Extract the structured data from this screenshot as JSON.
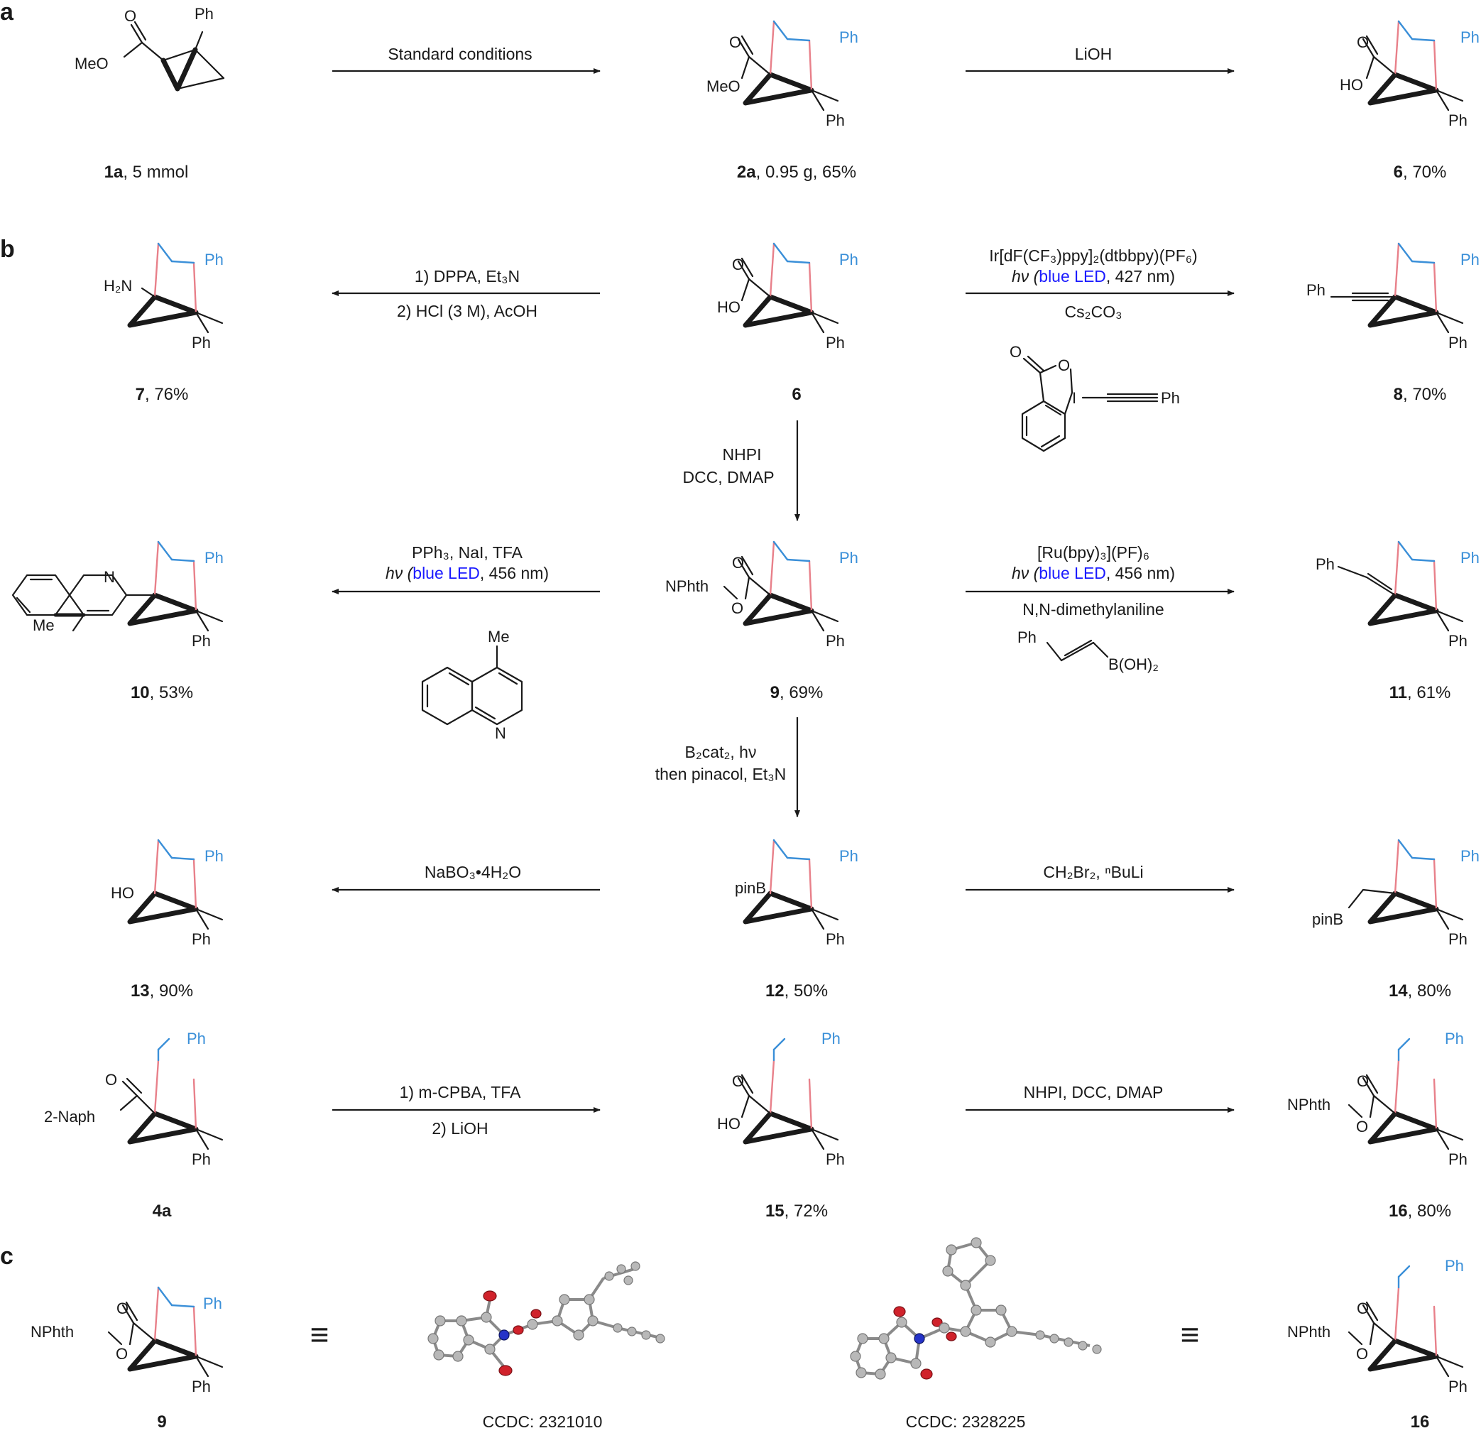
{
  "panels": {
    "a": "a",
    "b": "b",
    "c": "c"
  },
  "atoms": {
    "Ph": "Ph",
    "MeO": "MeO",
    "O": "O",
    "HO": "HO",
    "H2N": "H₂N",
    "NPhth": "NPhth",
    "pinB": "pinB",
    "N": "N",
    "Me": "Me",
    "I": "I",
    "TwoNaph": "2-Naph",
    "BOH2": "B(OH)₂"
  },
  "conditions": {
    "a1": "Standard conditions",
    "a2": "LiOH",
    "to7_1": "1) DPPA, Et₃N",
    "to7_2": "2) HCl (3 M), AcOH",
    "to8_1": "Ir[dF(CF₃)ppy]₂(dtbbpy)(PF₆)",
    "to8_2_pre": "hν (",
    "to8_2_blue": "blue LED",
    "to8_2_post": ", 427 nm)",
    "to8_3": "Cs₂CO₃",
    "to9_1": "NHPI",
    "to9_2": "DCC, DMAP",
    "to10_1": "PPh₃, NaI, TFA",
    "to10_2_pre": "hν (",
    "to10_2_blue": "blue LED",
    "to10_2_post": ", 456 nm)",
    "to11_1": "[Ru(bpy)₃](PF)₆",
    "to11_2_pre": "hν (",
    "to11_2_blue": "blue LED",
    "to11_2_post": ", 456 nm)",
    "to11_3": "N,N-dimethylaniline",
    "to12_1": "B₂cat₂, hν",
    "to12_2": "then pinacol, Et₃N",
    "to13": "NaBO₃•4H₂O",
    "to14": "CH₂Br₂, ⁿBuLi",
    "to15_1": "1) m-CPBA, TFA",
    "to15_2": "2) LiOH",
    "to16": "NHPI, DCC, DMAP"
  },
  "compounds": {
    "c1a": {
      "id": "1a",
      "detail": ", 5 mmol"
    },
    "c2a": {
      "id": "2a",
      "detail": ", 0.95 g, 65%"
    },
    "c6a": {
      "id": "6",
      "detail": ", 70%"
    },
    "c7": {
      "id": "7",
      "detail": ", 76%"
    },
    "c6b": {
      "id": "6",
      "detail": ""
    },
    "c8": {
      "id": "8",
      "detail": ", 70%"
    },
    "c10": {
      "id": "10",
      "detail": ", 53%"
    },
    "c9": {
      "id": "9",
      "detail": ", 69%"
    },
    "c11": {
      "id": "11",
      "detail": ", 61%"
    },
    "c13": {
      "id": "13",
      "detail": ", 90%"
    },
    "c12": {
      "id": "12",
      "detail": ", 50%"
    },
    "c14": {
      "id": "14",
      "detail": ", 80%"
    },
    "c4a": {
      "id": "4a",
      "detail": ""
    },
    "c15": {
      "id": "15",
      "detail": ", 72%"
    },
    "c16": {
      "id": "16",
      "detail": ", 80%"
    },
    "c9c": {
      "id": "9",
      "detail": ""
    },
    "c16c": {
      "id": "16",
      "detail": ""
    }
  },
  "ccdc": {
    "left": "CCDC: 2321010",
    "right": "CCDC: 2328225"
  },
  "equivalence_symbol": "≡",
  "colors": {
    "bridge_bond": "#e8808a",
    "substituent": "#3a8fd8",
    "blue_led_text": "#1a1aff",
    "oxygen": "#d0222b",
    "nitrogen": "#2533c8",
    "carbon": "#b8b8b8"
  }
}
